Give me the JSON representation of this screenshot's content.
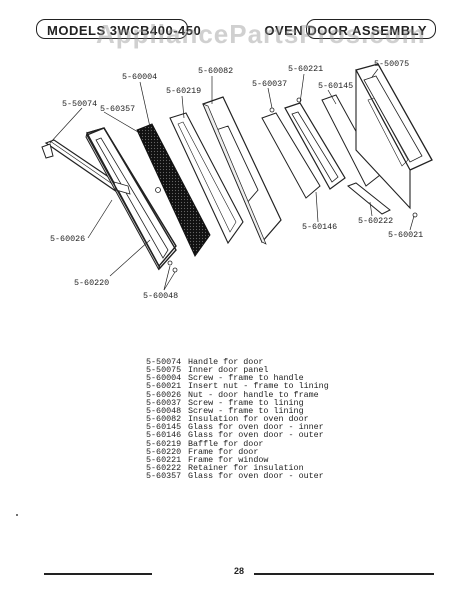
{
  "header": {
    "model_label": "MODELS 3WCB400-450",
    "section_title": "OVEN DOOR ASSEMBLY",
    "watermark": "AppliancePartsPros.com"
  },
  "callouts": [
    {
      "id": "c-60004",
      "text": "5-60004"
    },
    {
      "id": "c-60082",
      "text": "5-60082"
    },
    {
      "id": "c-60221",
      "text": "5-60221"
    },
    {
      "id": "c-50075",
      "text": "5-50075"
    },
    {
      "id": "c-60037",
      "text": "5-60037"
    },
    {
      "id": "c-60145",
      "text": "5-60145"
    },
    {
      "id": "c-60219",
      "text": "5-60219"
    },
    {
      "id": "c-50074",
      "text": "5-50074"
    },
    {
      "id": "c-60357",
      "text": "5-60357"
    },
    {
      "id": "c-60026",
      "text": "5-60026"
    },
    {
      "id": "c-60220",
      "text": "5-60220"
    },
    {
      "id": "c-60048",
      "text": "5-60048"
    },
    {
      "id": "c-60146",
      "text": "5-60146"
    },
    {
      "id": "c-60222",
      "text": "5-60222"
    },
    {
      "id": "c-60021",
      "text": "5-60021"
    }
  ],
  "legend": [
    {
      "part": "5-50074",
      "desc": "Handle for door"
    },
    {
      "part": "5-50075",
      "desc": "Inner door panel"
    },
    {
      "part": "5-60004",
      "desc": "Screw - frame to handle"
    },
    {
      "part": "5-60021",
      "desc": "Insert nut - frame to lining"
    },
    {
      "part": "5-60026",
      "desc": "Nut - door handle to frame"
    },
    {
      "part": "5-60037",
      "desc": "Screw - frame to lining"
    },
    {
      "part": "5-60048",
      "desc": "Screw - frame to lining"
    },
    {
      "part": "5-60082",
      "desc": "Insulation for oven door"
    },
    {
      "part": "5-60145",
      "desc": "Glass for oven door - inner"
    },
    {
      "part": "5-60146",
      "desc": "Glass for oven door - outer"
    },
    {
      "part": "5-60219",
      "desc": "Baffle for door"
    },
    {
      "part": "5-60220",
      "desc": "Frame for door"
    },
    {
      "part": "5-60221",
      "desc": "Frame for window"
    },
    {
      "part": "5-60222",
      "desc": "Retainer for insulation"
    },
    {
      "part": "5-60357",
      "desc": "Glass for oven door - outer"
    }
  ],
  "footer": {
    "page_number": "28"
  }
}
